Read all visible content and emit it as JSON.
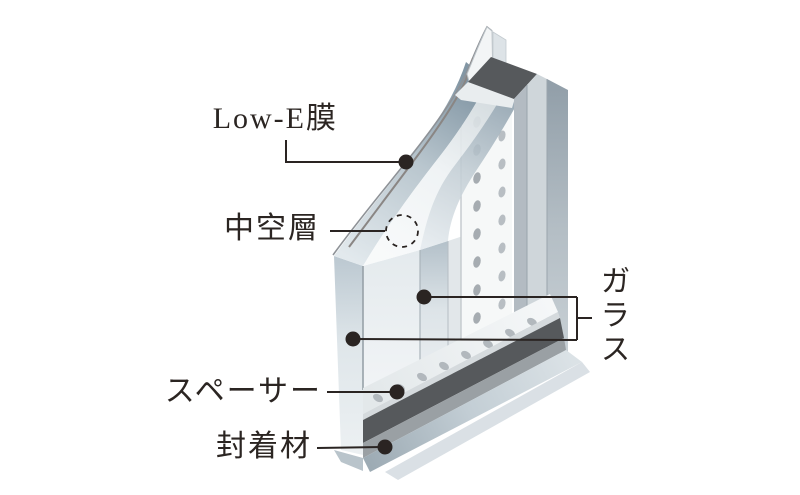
{
  "diagram": {
    "title_hint": "Low-E pair glass cutaway diagram",
    "labels": {
      "low_e_film": "Low-E膜",
      "air_layer": "中空層",
      "glass": "ガラス",
      "spacer": "スペーサー",
      "sealant": "封着材"
    },
    "colors": {
      "annotation": "#2a2422",
      "background": "#ffffff",
      "glass_light": "#e9eef1",
      "glass_edge_dark": "#8fa0ab",
      "spacer_white": "#f6f8f8",
      "spacer_hole": "#a6acb1",
      "seal_dark": "#56595c",
      "seal_gray": "#9aa0a4"
    }
  }
}
